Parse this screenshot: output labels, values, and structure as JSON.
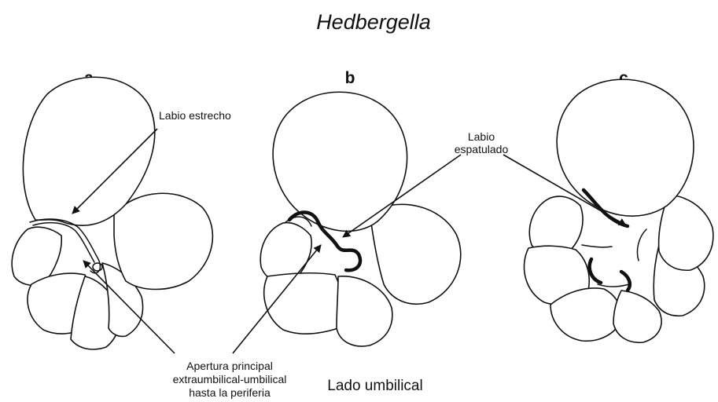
{
  "figure": {
    "title": "Hedbergella",
    "panels": [
      {
        "label": "a"
      },
      {
        "label": "b"
      },
      {
        "label": "c"
      }
    ],
    "annotations": {
      "narrow_lip": "Labio estrecho",
      "spatulate_lip": [
        "Labio",
        "espatulado"
      ],
      "aperture": [
        "Apertura principal",
        "extraumbilical-umbilical",
        "hasta la periferia"
      ]
    },
    "view": "Lado umbilical"
  },
  "colors": {
    "ink": "#111111",
    "background": "#ffffff"
  }
}
